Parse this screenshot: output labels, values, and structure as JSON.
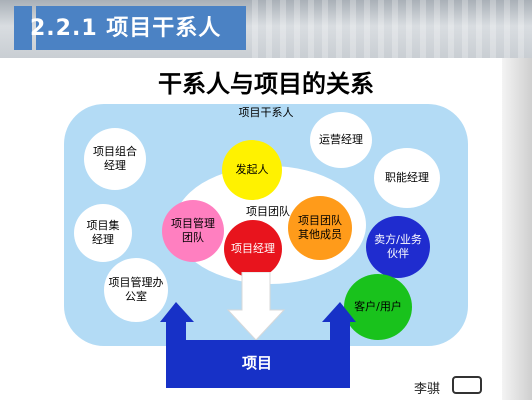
{
  "header": {
    "title": "2.2.1  项目干系人"
  },
  "main_title": "干系人与项目的关系",
  "diagram": {
    "stakeholders_label": "项目干系人",
    "team_label": "项目团队",
    "project_label": "项目",
    "outer_nodes": {
      "portfolio": "项目组合经理",
      "program": "项目集经理",
      "pmo": "项目管理办公室",
      "ops": "运营经理",
      "functional": "职能经理",
      "seller": "卖方/业务伙伴",
      "customer": "客户/用户"
    },
    "team_nodes": {
      "sponsor": "发起人",
      "mgmt_team": "项目管理团队",
      "pm": "项目经理",
      "other": "项目团队其他成员"
    },
    "colors": {
      "sponsor": "#fff200",
      "mgmt_team": "#ff7fc0",
      "pm": "#e8141d",
      "other": "#ff9b1a",
      "seller": "#1f2ccf",
      "customer": "#19c21c",
      "project": "#1731c7",
      "stakeholder_area": "#b3dbf5"
    }
  },
  "signature": "李骐"
}
